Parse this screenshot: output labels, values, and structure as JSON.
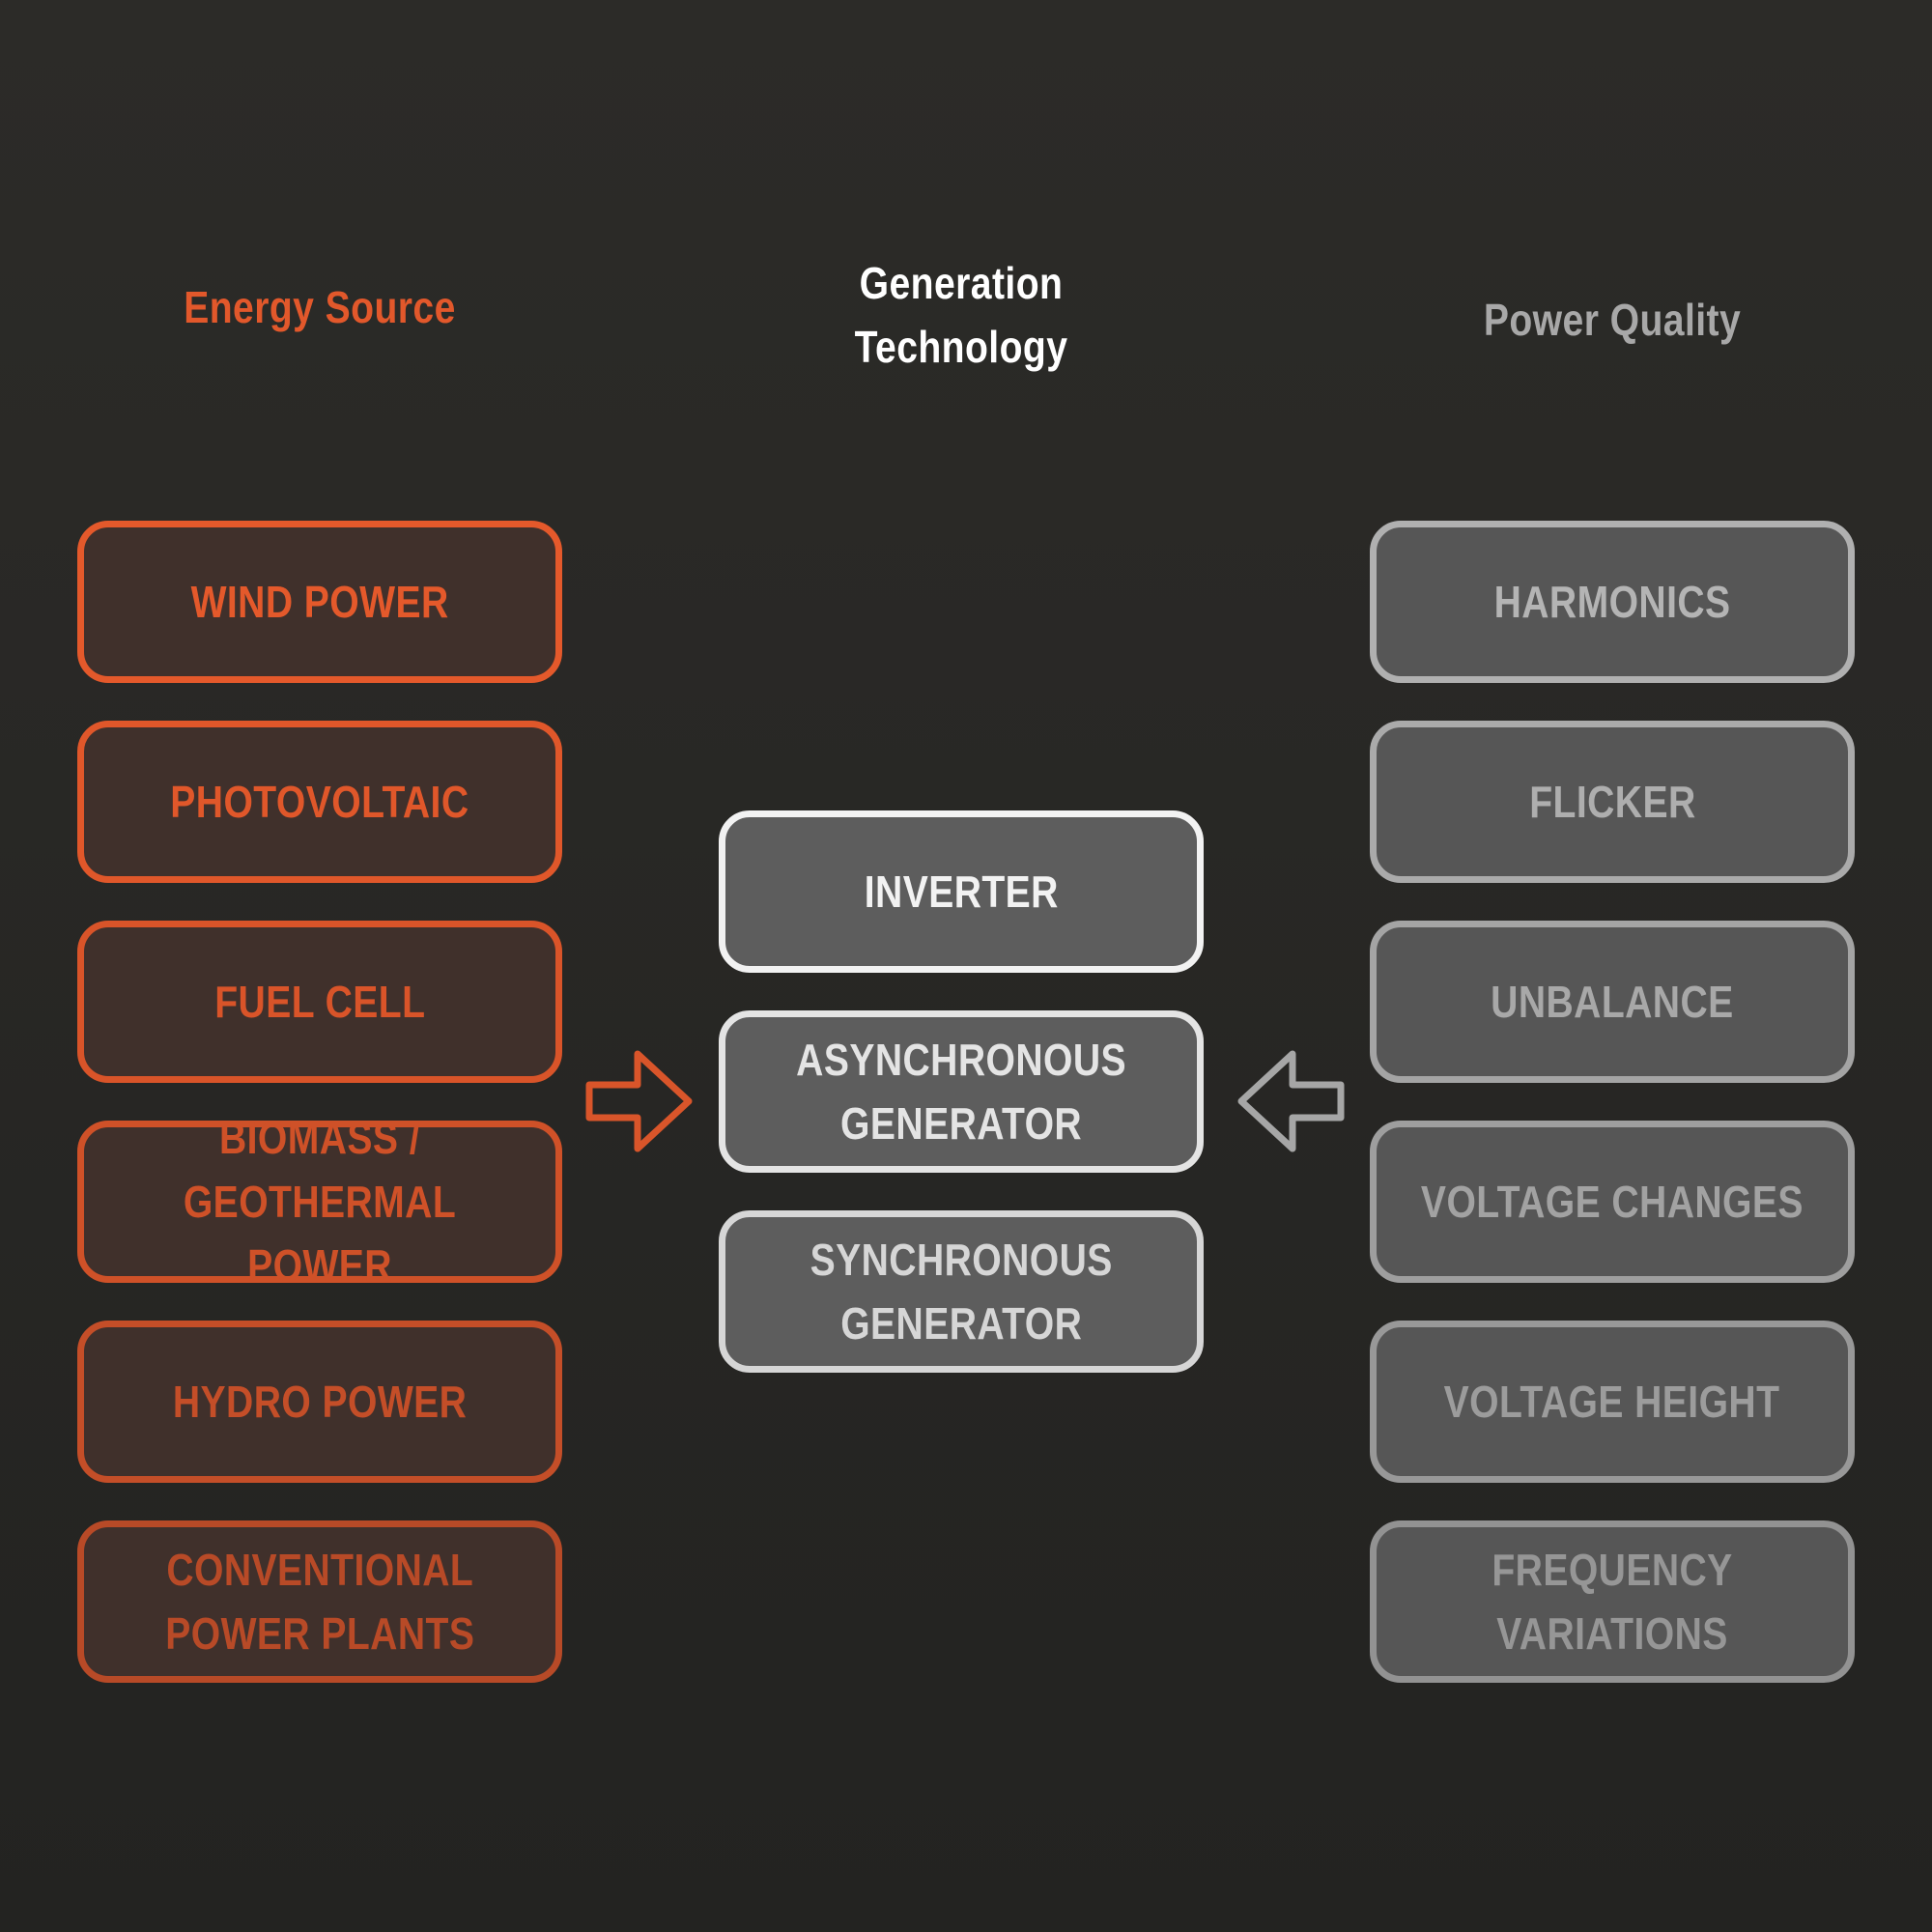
{
  "headings": {
    "energy_source": "Energy Source",
    "generation_technology": "Generation\nTechnology",
    "power_quality": "Power Quality"
  },
  "energy_sources": [
    {
      "label": "WIND POWER"
    },
    {
      "label": "PHOTOVOLTAIC"
    },
    {
      "label": "FUEL CELL"
    },
    {
      "label": "BIOMASS /\nGEOTHERMAL POWER"
    },
    {
      "label": "HYDRO POWER"
    },
    {
      "label": "CONVENTIONAL\nPOWER PLANTS"
    }
  ],
  "generation_technologies": [
    {
      "label": "INVERTER"
    },
    {
      "label": "ASYNCHRONOUS\nGENERATOR"
    },
    {
      "label": "SYNCHRONOUS\nGENERATOR"
    }
  ],
  "power_quality": [
    {
      "label": "HARMONICS"
    },
    {
      "label": "FLICKER"
    },
    {
      "label": "UNBALANCE"
    },
    {
      "label": "VOLTAGE CHANGES"
    },
    {
      "label": "VOLTAGE HEIGHT"
    },
    {
      "label": "FREQUENCY VARIATIONS"
    }
  ],
  "arrows": [
    {
      "from": "energy_sources",
      "to": "generation_technologies",
      "direction": "right"
    },
    {
      "from": "power_quality",
      "to": "generation_technologies",
      "direction": "left"
    }
  ],
  "colors": {
    "background": "#282725",
    "energy_source_accent": "#e0562a",
    "generation_technology_accent": "#ffffff",
    "power_quality_accent": "#a6a6a6"
  }
}
